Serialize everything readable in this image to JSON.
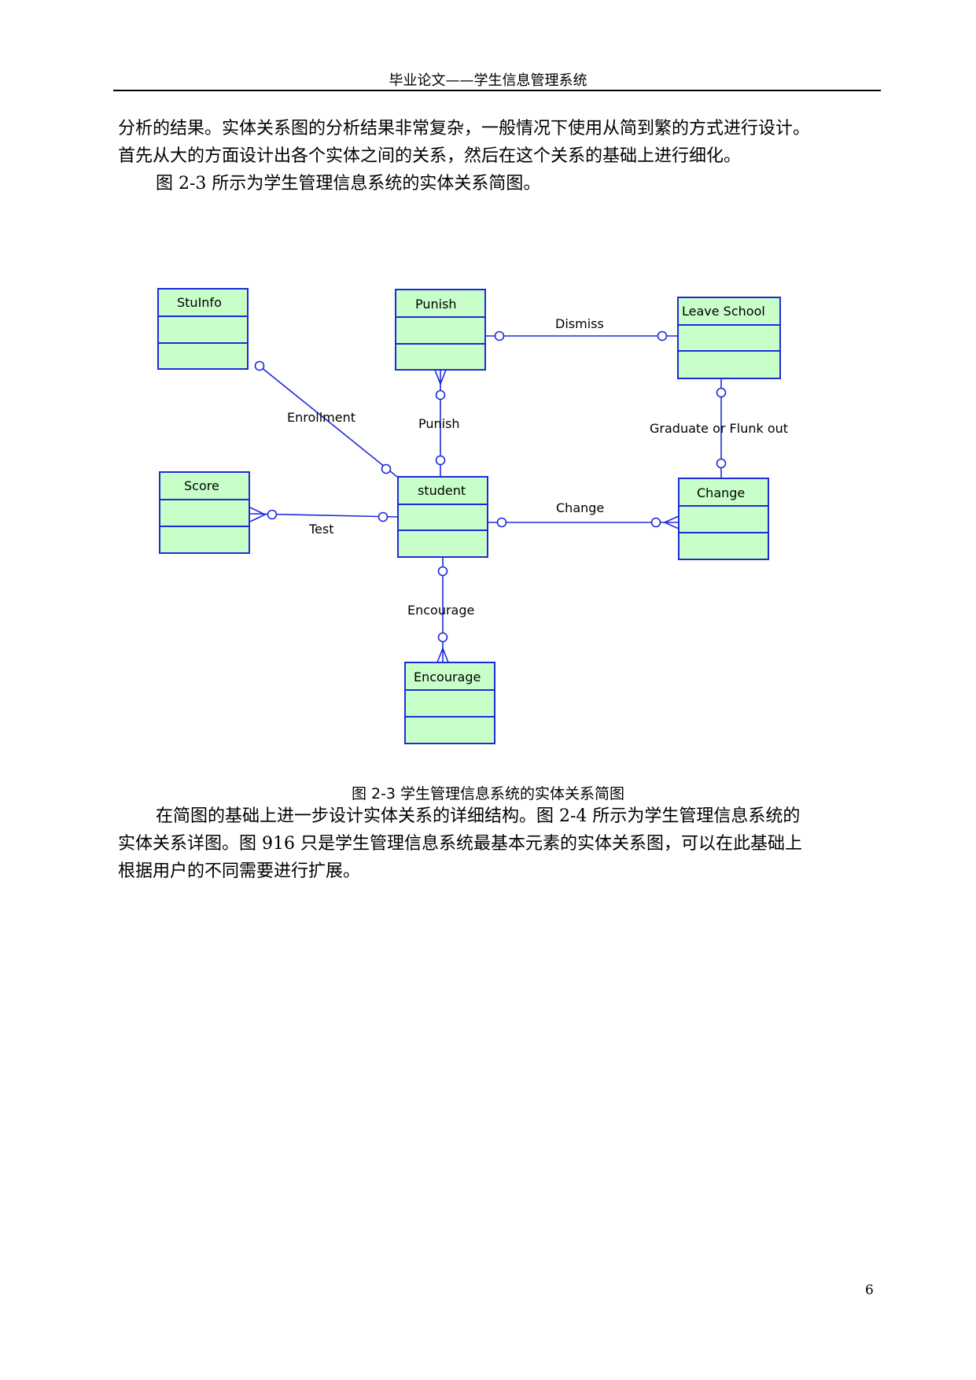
{
  "header": {
    "title": "毕业论文——学生信息管理系统"
  },
  "para1": {
    "lines": [
      "分析的结果。实体关系图的分析结果非常复杂，一般情况下使用从简到繁的方式进行设计。",
      "首先从大的方面设计出各个实体之间的关系，然后在这个关系的基础上进行细化。",
      "图 2-3 所示为学生管理信息系统的实体关系简图。"
    ]
  },
  "diagram": {
    "entities": {
      "stuinfo": "StuInfo",
      "punish": "Punish",
      "leave_school": "Leave School",
      "score": "Score",
      "student": "student",
      "change": "Change",
      "encourage": "Encourage"
    },
    "relationships": {
      "dismiss": "Dismiss",
      "enrollment": "Enrollment",
      "punish": "Punish",
      "graduate": "Graduate or Flunk out",
      "test": "Test",
      "change": "Change",
      "encourage": "Encourage"
    },
    "colors": {
      "entity_fill": "#c8fec8",
      "line": "#1f2bd8"
    }
  },
  "caption": "图 2-3 学生管理信息系统的实体关系简图",
  "para2": {
    "lines": [
      "在简图的基础上进一步设计实体关系的详细结构。图 2-4 所示为学生管理信息系统的",
      "实体关系详图。图 916 只是学生管理信息系统最基本元素的实体关系图，可以在此基础上",
      "根据用户的不同需要进行扩展。"
    ]
  },
  "page_number": "6"
}
